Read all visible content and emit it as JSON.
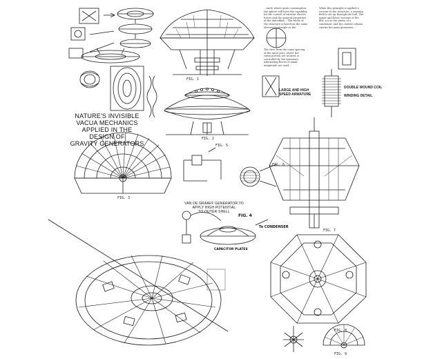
{
  "sheet": {
    "background": "#ffffff",
    "ink": "#1a1a1a"
  },
  "notes": {
    "main_handwritten": "NATURE'S INVISIBLE\nVACUA MECHANICS\nAPPLIED IN THE\nDESIGN OF\nGRAVITY GENERATORS",
    "tesla_coil": "VAN DE GRAAFF GENERATOR TO\nAPPLY HIGH POTENTIAL\nTO OUTER SHELL",
    "to_condenser": "To CONDENSER",
    "insulation_label": "CAPACITOR PLATES",
    "fig4_label": "FIG. 4"
  },
  "figures": {
    "fig1": "FIG. 1",
    "fig2": "FIG. 2",
    "fig3": "FIG. 3",
    "fig5": "FIG. 5",
    "fig6": "FIG. 6",
    "fig7": "FIG. 7",
    "fig8": "FIG. 8",
    "fig9": "FIG. 9"
  },
  "text_columns": {
    "col1": "…nacle where quite consumption, the sphere will have the capability for the control of exterior electric forces and the general properties of the individual... The whole of the structure is based on the same electrical principle as the generator of the ship type...",
    "col2": "When this principle is applied a current to the structure, a rotating field is set up through the hull. The upper and lower sections of the disc act as the plates of a condenser, and the central column carries the main generator...",
    "col3": "The view from the outer spacing of the inner part, where the cabin portion are located, is controlled by the operators. Alternating forces of small magnitude are used...",
    "legend1": "DOUBLE WOUND COIL",
    "legend2": "LARGE AND HIGH SPEED ARMATURE",
    "legend3": "WINDING DETAIL"
  }
}
